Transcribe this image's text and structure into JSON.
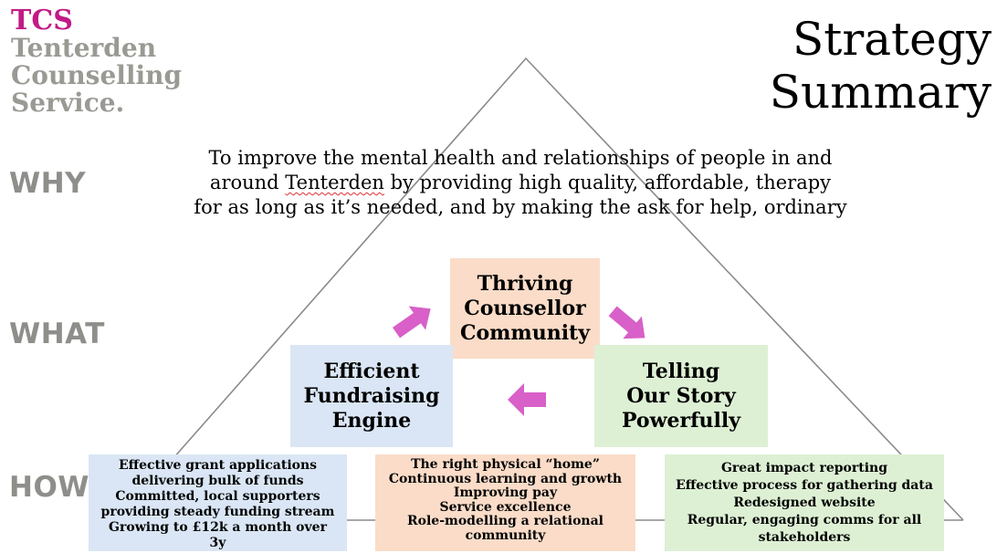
{
  "logo": {
    "abbr": "TCS",
    "line1": "Tenterden",
    "line2": "Counselling",
    "line3": "Service."
  },
  "title": {
    "line1": "Strategy",
    "line2": "Summary"
  },
  "rows": {
    "why": "WHY",
    "what": "WHAT",
    "how": "HOW"
  },
  "why_statement": {
    "line1": "To improve the mental health and relationships of people in and",
    "line2_pre": "around ",
    "line2_underlined": "Tenterden",
    "line2_post": " by providing high quality, affordable, therapy",
    "line3": "for as long as it’s needed, and by making the ask for help, ordinary"
  },
  "what": {
    "top": {
      "line1": "Thriving",
      "line2": "Counsellor",
      "line3": "Community"
    },
    "left": {
      "line1": "Efficient",
      "line2": "Fundraising",
      "line3": "Engine"
    },
    "right": {
      "line1": "Telling",
      "line2": "Our Story",
      "line3": "Powerfully"
    }
  },
  "how": {
    "left": [
      "Effective grant applications",
      "delivering bulk of funds",
      "Committed, local supporters",
      "providing steady funding stream",
      "Growing to £12k a month over",
      "3y"
    ],
    "middle": [
      "The right physical “home”",
      "Continuous learning and growth",
      "Improving pay",
      "Service excellence",
      "Role-modelling a relational",
      "community"
    ],
    "right": [
      "Great impact reporting",
      "Effective process for gathering data",
      "Redesigned website",
      "Regular, engaging comms for all",
      "stakeholders"
    ]
  },
  "colors": {
    "logo_accent": "#c21a86",
    "logo_grey": "#9a9a94",
    "peach": "#fadcc8",
    "blue": "#dae6f5",
    "green": "#ddf0d4",
    "arrow": "#d860c8"
  }
}
